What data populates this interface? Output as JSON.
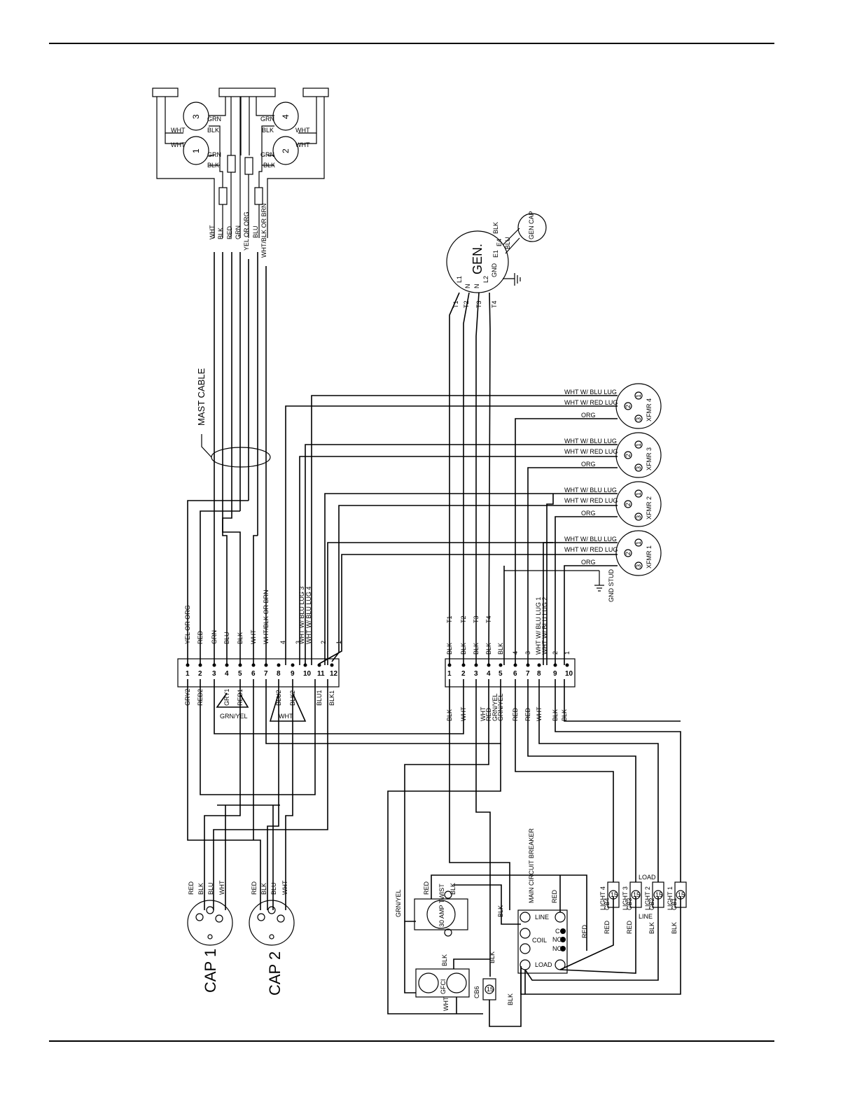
{
  "labels": {
    "mast_cable": "MAST CABLE",
    "gen": "GEN.",
    "gen_cap": "GEN CAP",
    "gnd_stud": "GND STUD",
    "cap1": "CAP 1",
    "cap2": "CAP 2",
    "main_breaker": "MAIN CIRCUIT BREAKER",
    "line": "LINE",
    "load": "LOAD",
    "coil": "COIL",
    "c": "C",
    "no": "NO",
    "nc": "NC",
    "gfci": "GFCI",
    "twist": "30 AMP TWIST",
    "cb6": "CB6",
    "grn_yel": "GRN/YEL",
    "load_top": "LOAD",
    "line_bottom": "LINE"
  },
  "gen_terminals": [
    "L1",
    "N",
    "N",
    "L2",
    "GND",
    "E1",
    "E4"
  ],
  "gen_wires": [
    "T1",
    "T2",
    "T3",
    "T4"
  ],
  "gen_exciter": [
    "BLK",
    "BLU"
  ],
  "lamps": [
    {
      "n": "3",
      "a": "GRN",
      "b": "BLK",
      "c": "WHT"
    },
    {
      "n": "1",
      "a": "GRN",
      "b": "BLK",
      "c": "WHT"
    },
    {
      "n": "4",
      "a": "GRN",
      "b": "BLK",
      "c": "WHT"
    },
    {
      "n": "2",
      "a": "GRN",
      "b": "BLK",
      "c": "WHT"
    }
  ],
  "mast_wires": [
    "WHT",
    "BLK",
    "RED",
    "GRN",
    "YEL OR ORG",
    "BLU",
    "WHT/BLK OR BRN"
  ],
  "xfmrs": [
    {
      "name": "XFMR 4",
      "l1": "WHT W/ BLU LUG",
      "l2": "WHT W/ RED LUG",
      "l3": "ORG"
    },
    {
      "name": "XFMR 3",
      "l1": "WHT W/ BLU LUG",
      "l2": "WHT W/ RED LUG",
      "l3": "ORG"
    },
    {
      "name": "XFMR 2",
      "l1": "WHT W/ BLU LUG",
      "l2": "WHT W/ RED LUG",
      "l3": "ORG"
    },
    {
      "name": "XFMR 1",
      "l1": "WHT W/ BLU LUG",
      "l2": "WHT W/ RED LUG",
      "l3": "ORG"
    }
  ],
  "tb_left": {
    "numbers": [
      "1",
      "2",
      "3",
      "4",
      "5",
      "6",
      "7",
      "8",
      "9",
      "10",
      "11",
      "12"
    ],
    "top": [
      "YEL OR ORG",
      "RED",
      "GRN",
      "BLU",
      "BLK",
      "WHT",
      "WHT/BLK OR BRN",
      "4",
      "3",
      "2",
      "1"
    ],
    "top_lugs": [
      "WHT W/ BLU LUG 3",
      "WHT W/ BLU LUG 4"
    ],
    "bottom": [
      "GRY2",
      "RED2",
      "GRY1",
      "RED1",
      "BLU2",
      "BLK2",
      "BLU1",
      "BLK1"
    ],
    "jumpers": [
      "GRN/YEL",
      "WHT"
    ]
  },
  "tb_right": {
    "numbers": [
      "1",
      "2",
      "3",
      "4",
      "5",
      "6",
      "7",
      "8",
      "9",
      "10"
    ],
    "top_t": [
      "T1",
      "T2",
      "T3",
      "T4"
    ],
    "top": [
      "BLK",
      "BLK",
      "BLK",
      "BLK",
      "BLK",
      "4",
      "3",
      "2",
      "1"
    ],
    "top_lugs": [
      "WHT W/ BLU LUG 1",
      "WHT W/ BLU LUG 2"
    ],
    "bottom": [
      "BLK",
      "WHT",
      "WHT",
      "RED",
      "GRN/YEL",
      "GRN/YEL",
      "RED",
      "RED",
      "WHT",
      "BLK",
      "BLK"
    ]
  },
  "cap_plugs": [
    {
      "wires": [
        "RED",
        "BLK",
        "BLU",
        "WHT"
      ]
    },
    {
      "wires": [
        "RED",
        "BLK",
        "BLU",
        "WHT"
      ]
    }
  ],
  "lights": [
    {
      "name": "LIGHT 4",
      "cb": "CB4",
      "amp": "15",
      "wire": "RED"
    },
    {
      "name": "LIGHT 3",
      "cb": "CB3",
      "amp": "15",
      "wire": "RED"
    },
    {
      "name": "LIGHT 2",
      "cb": "CB2",
      "amp": "15",
      "wire": "BLK"
    },
    {
      "name": "LIGHT 1",
      "cb": "CB1",
      "amp": "15",
      "wire": "BLK"
    }
  ],
  "panel_wires": [
    "RED",
    "BLK",
    "BLK",
    "BLK",
    "WHT",
    "RED",
    "RED",
    "BLK"
  ],
  "cb6_amp": "15"
}
